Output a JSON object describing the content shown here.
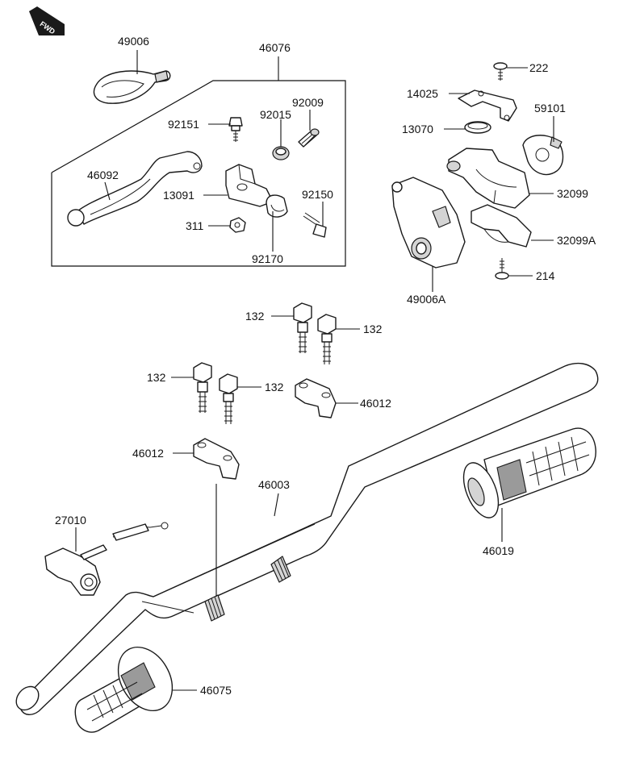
{
  "fwd_badge": "FWD",
  "callouts": [
    {
      "id": "49006",
      "text": "49006"
    },
    {
      "id": "46076",
      "text": "46076"
    },
    {
      "id": "92009",
      "text": "92009"
    },
    {
      "id": "92151",
      "text": "92151"
    },
    {
      "id": "92015",
      "text": "92015"
    },
    {
      "id": "46092",
      "text": "46092"
    },
    {
      "id": "13091",
      "text": "13091"
    },
    {
      "id": "92150",
      "text": "92150"
    },
    {
      "id": "311",
      "text": "311"
    },
    {
      "id": "92170",
      "text": "92170"
    },
    {
      "id": "222",
      "text": "222"
    },
    {
      "id": "14025",
      "text": "14025"
    },
    {
      "id": "59101",
      "text": "59101"
    },
    {
      "id": "13070",
      "text": "13070"
    },
    {
      "id": "32099",
      "text": "32099"
    },
    {
      "id": "32099A",
      "text": "32099A"
    },
    {
      "id": "214",
      "text": "214"
    },
    {
      "id": "49006A",
      "text": "49006A"
    },
    {
      "id": "132a",
      "text": "132"
    },
    {
      "id": "132b",
      "text": "132"
    },
    {
      "id": "132c",
      "text": "132"
    },
    {
      "id": "132d",
      "text": "132"
    },
    {
      "id": "46012a",
      "text": "46012"
    },
    {
      "id": "46012b",
      "text": "46012"
    },
    {
      "id": "46003",
      "text": "46003"
    },
    {
      "id": "27010",
      "text": "27010"
    },
    {
      "id": "46019",
      "text": "46019"
    },
    {
      "id": "46075",
      "text": "46075"
    }
  ]
}
